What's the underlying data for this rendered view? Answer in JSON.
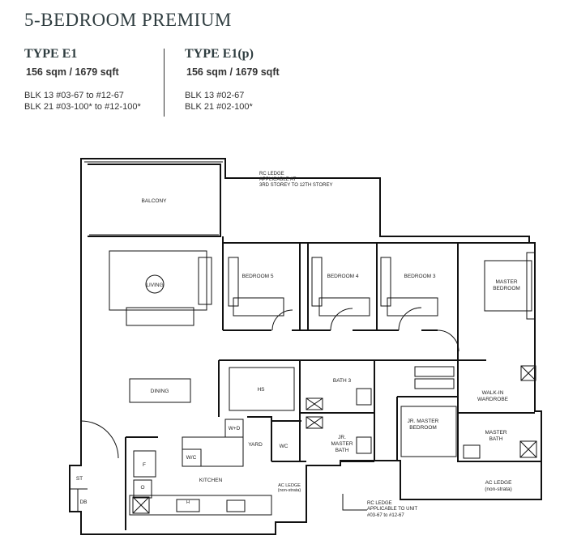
{
  "title": "5-BEDROOM PREMIUM",
  "types": [
    {
      "name": "TYPE E1",
      "area": "156 sqm / 1679 sqft",
      "units": [
        "BLK 13 #03-67 to #12-67",
        "BLK 21 #03-100* to #12-100*"
      ]
    },
    {
      "name": "TYPE E1(p)",
      "area": "156 sqm / 1679 sqft",
      "units": [
        "BLK 13 #02-67",
        "BLK 21 #02-100*"
      ]
    }
  ],
  "plan": {
    "rooms": {
      "balcony": "BALCONY",
      "living": "LIVING",
      "dining": "DINING",
      "bedroom5": "BEDROOM 5",
      "bedroom4": "BEDROOM 4",
      "bedroom3": "BEDROOM 3",
      "master_bedroom_1": "MASTER",
      "master_bedroom_2": "BEDROOM",
      "hs": "HS",
      "bath3": "BATH 3",
      "jr_master_bath_1": "JR.",
      "jr_master_bath_2": "MASTER",
      "jr_master_bath_3": "BATH",
      "jr_master_bedroom_1": "JR. MASTER",
      "jr_master_bedroom_2": "BEDROOM",
      "walkin_1": "WALK-IN",
      "walkin_2": "WARDROBE",
      "master_bath_1": "MASTER",
      "master_bath_2": "BATH",
      "wd": "W+D",
      "yard": "YARD",
      "wc": "WC",
      "wc_counter": "W/C",
      "fridge": "F",
      "oven": "O",
      "hob": "H",
      "kitchen": "KITCHEN",
      "st": "ST",
      "db": "DB",
      "ac_ledge_small_1": "AC LEDGE",
      "ac_ledge_small_2": "(non-strata)",
      "ac_ledge_1": "AC LEDGE",
      "ac_ledge_2": "(non-strata)"
    },
    "notes": {
      "rc_top": [
        "RC LEDGE",
        "APPLICABLE AT",
        "3RD STOREY TO 12TH STOREY"
      ],
      "rc_bottom": [
        "RC LEDGE",
        "APPLICABLE TO UNIT",
        "#03-67 to #12-67"
      ]
    }
  }
}
